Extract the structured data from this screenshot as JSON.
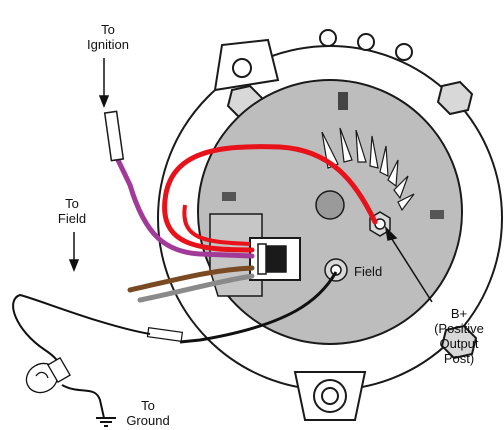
{
  "labels": {
    "ignition": [
      "To",
      "Ignition"
    ],
    "field_wire": [
      "To",
      "Field"
    ],
    "ground": [
      "To",
      "Ground"
    ],
    "field_terminal": "Field",
    "bplus": [
      "B+",
      "(Positive",
      "Output",
      "Post)"
    ]
  },
  "colors": {
    "alternator_body": "#bdbdbd",
    "outline": "#1a1a1a",
    "wire_red": "#e8121a",
    "wire_purple": "#a23a9a",
    "wire_brown": "#7a4a22",
    "wire_gray": "#8a8a8a",
    "wire_black": "#111111"
  }
}
